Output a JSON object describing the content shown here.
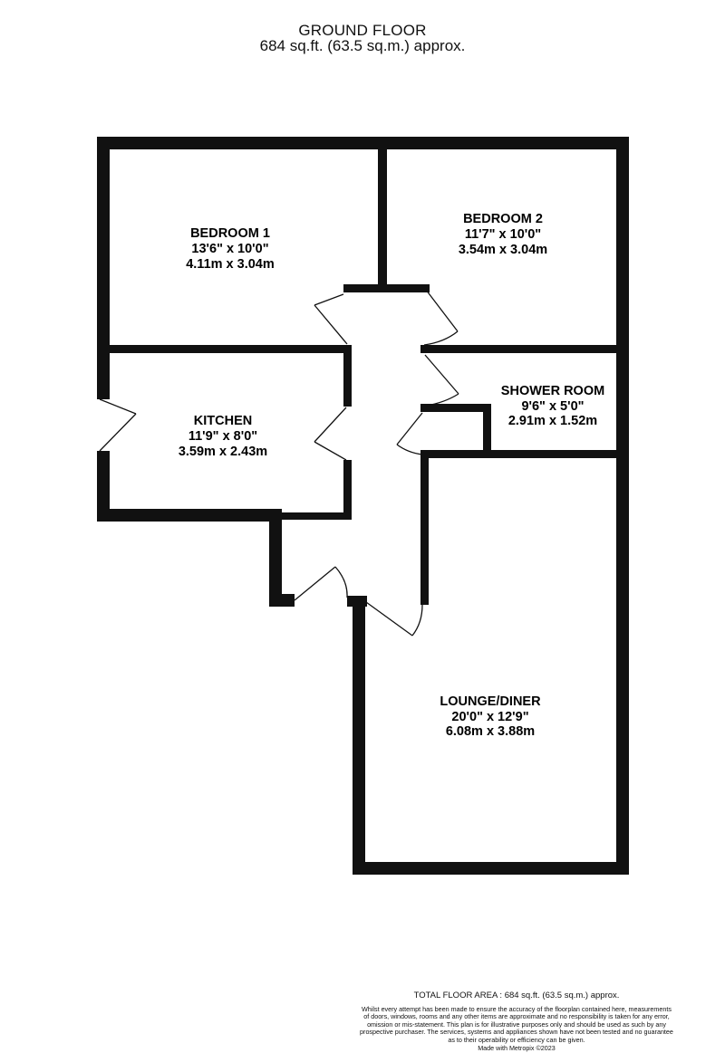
{
  "header": {
    "title": "GROUND FLOOR",
    "subtitle": "684 sq.ft. (63.5 sq.m.) approx."
  },
  "rooms": [
    {
      "name": "BEDROOM 1",
      "dim_imperial": "13'6\"  x 10'0\"",
      "dim_metric": "4.11m  x 3.04m"
    },
    {
      "name": "BEDROOM 2",
      "dim_imperial": "11'7\"  x 10'0\"",
      "dim_metric": "3.54m  x 3.04m"
    },
    {
      "name": "KITCHEN",
      "dim_imperial": "11'9\"  x 8'0\"",
      "dim_metric": "3.59m  x 2.43m"
    },
    {
      "name": "SHOWER ROOM",
      "dim_imperial": "9'6\"  x 5'0\"",
      "dim_metric": "2.91m  x 1.52m"
    },
    {
      "name": "LOUNGE/DINER",
      "dim_imperial": "20'0\"  x 12'9\"",
      "dim_metric": "6.08m  x 3.88m"
    }
  ],
  "footer": {
    "total": "TOTAL FLOOR AREA : 684 sq.ft. (63.5 sq.m.) approx.",
    "disclaimer_lines": [
      "Whilst every attempt has been made to ensure the accuracy of the floorplan contained here, measurements",
      "of doors, windows, rooms and any other items are approximate and no responsibility is taken for any error,",
      "omission or mis-statement. This plan is for illustrative purposes only and should be used as such by any",
      "prospective purchaser. The services, systems and appliances shown have not been tested and no guarantee",
      "as to their operability or efficiency can be given."
    ],
    "made_with": "Made with Metropix ©2023"
  },
  "colors": {
    "wall": "#111111",
    "background": "#ffffff"
  }
}
